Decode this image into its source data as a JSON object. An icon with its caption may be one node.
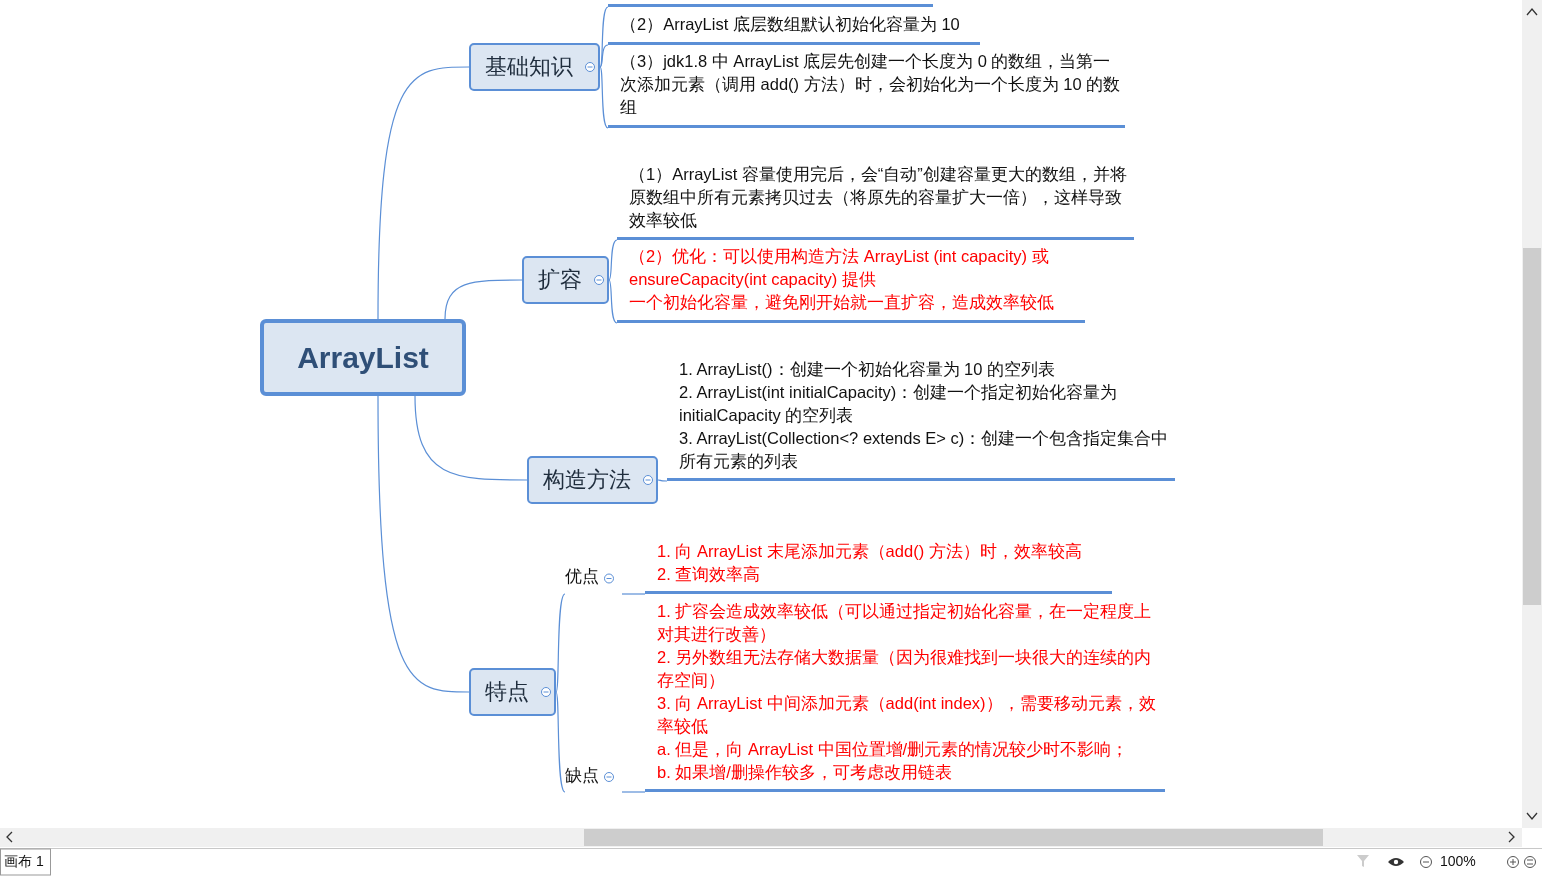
{
  "diagram": {
    "nodes": [
      {
        "text": [
          "ArrayList"
        ]
      },
      {
        "text": [
          "基础知识"
        ]
      },
      {
        "text": [],
        "shape": "bar"
      },
      {
        "text": [
          "（2）ArrayList 底层数组默认初始化容量为 10"
        ]
      },
      {
        "text": [
          "（3）jdk1.8 中 ArrayList 底层先创建一个长度为 0 的数组，当第一次添加元素（调用 add() 方法）时，会初始化为一个长度为 10 的数组"
        ]
      },
      {
        "text": [
          "扩容"
        ]
      },
      {
        "text": [
          "（1）ArrayList 容量使用完后，会“自动”创建容量更大的数组，并将原数组中所有元素拷贝过去（将原先的容量扩大一倍），这样导致效率较低"
        ]
      },
      {
        "text": [
          "（2）优化：可以使用构造方法 ArrayList (int capacity) 或 ensureCapacity(int capacity) 提供",
          "一个初始化容量，避免刚开始就一直扩容，造成效率较低"
        ]
      },
      {
        "text": [
          "构造方法"
        ]
      },
      {
        "text": [
          "1. ArrayList()：创建一个初始化容量为 10 的空列表",
          "2. ArrayList(int initialCapacity)：创建一个指定初始化容量为 initialCapacity 的空列表",
          "3. ArrayList(Collection<? extends E> c)：创建一个包含指定集合中所有元素的列表"
        ]
      },
      {
        "text": [
          "特点"
        ]
      },
      {
        "text": [
          "优点"
        ]
      },
      {
        "text": [
          "1. 向 ArrayList 末尾添加元素（add() 方法）时，效率较高",
          "2. 查询效率高"
        ]
      },
      {
        "text": [
          "缺点"
        ]
      },
      {
        "text": [
          "1. 扩容会造成效率较低（可以通过指定初始化容量，在一定程度上对其进行改善）",
          "2. 另外数组无法存储大数据量（因为很难找到一块很大的连续的内存空间）",
          "3. 向 ArrayList 中间添加元素（add(int index)），需要移动元素，效率较低",
          "a. 但是，向 ArrayList 中国位置增/删元素的情况较少时不影响；",
          "b. 如果增/删操作较多，可考虑改用链表"
        ]
      }
    ],
    "edges": [
      {
        "from": 0,
        "to": 1,
        "arrow": "none"
      },
      {
        "from": 1,
        "to": 2,
        "arrow": "none"
      },
      {
        "from": 1,
        "to": 3,
        "arrow": "none"
      },
      {
        "from": 1,
        "to": 4,
        "arrow": "none"
      },
      {
        "from": 0,
        "to": 5,
        "arrow": "none"
      },
      {
        "from": 5,
        "to": 6,
        "arrow": "none"
      },
      {
        "from": 5,
        "to": 7,
        "arrow": "none"
      },
      {
        "from": 0,
        "to": 8,
        "arrow": "none"
      },
      {
        "from": 8,
        "to": 9,
        "arrow": "none"
      },
      {
        "from": 0,
        "to": 10,
        "arrow": "none"
      },
      {
        "from": 10,
        "to": 11,
        "arrow": "none"
      },
      {
        "from": 11,
        "to": 12,
        "arrow": "none"
      },
      {
        "from": 10,
        "to": 13,
        "arrow": "none"
      },
      {
        "from": 13,
        "to": 14,
        "arrow": "none"
      }
    ],
    "labels": [
      "画布 1",
      "100%"
    ]
  }
}
